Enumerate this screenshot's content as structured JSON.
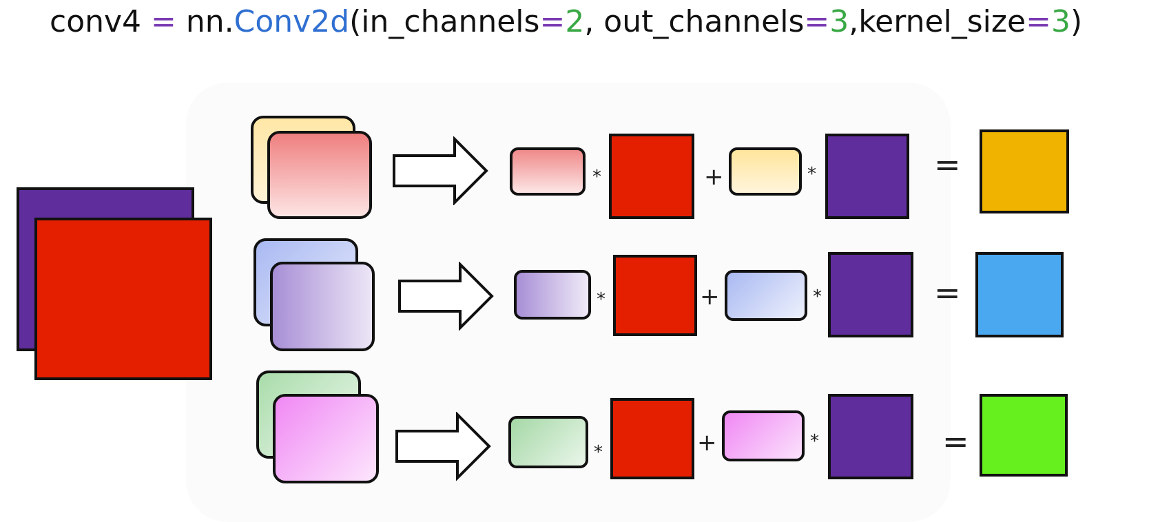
{
  "code_line": {
    "var": "conv4",
    "eq1": " = ",
    "module": "nn.",
    "cls": "Conv2d",
    "open": "(in_channels",
    "eq2": "=",
    "in_val": "2",
    "mid1": ", out_channels",
    "eq3": "=",
    "out_val": "3",
    "mid2": ",kernel_size",
    "eq4": "=",
    "k_val": "3",
    "close": ")"
  },
  "symbols": {
    "times": "*",
    "plus": "+",
    "equals": "="
  },
  "colors": {
    "input_channel_1": "#e31f00",
    "input_channel_2": "#5f2d9c",
    "output_1": "#f0b400",
    "output_2": "#4aa8f0",
    "output_3": "#66f01e",
    "op_purple": "#7a3bb3",
    "op_blue": "#2f6fd1",
    "num_green": "#3aa845"
  }
}
